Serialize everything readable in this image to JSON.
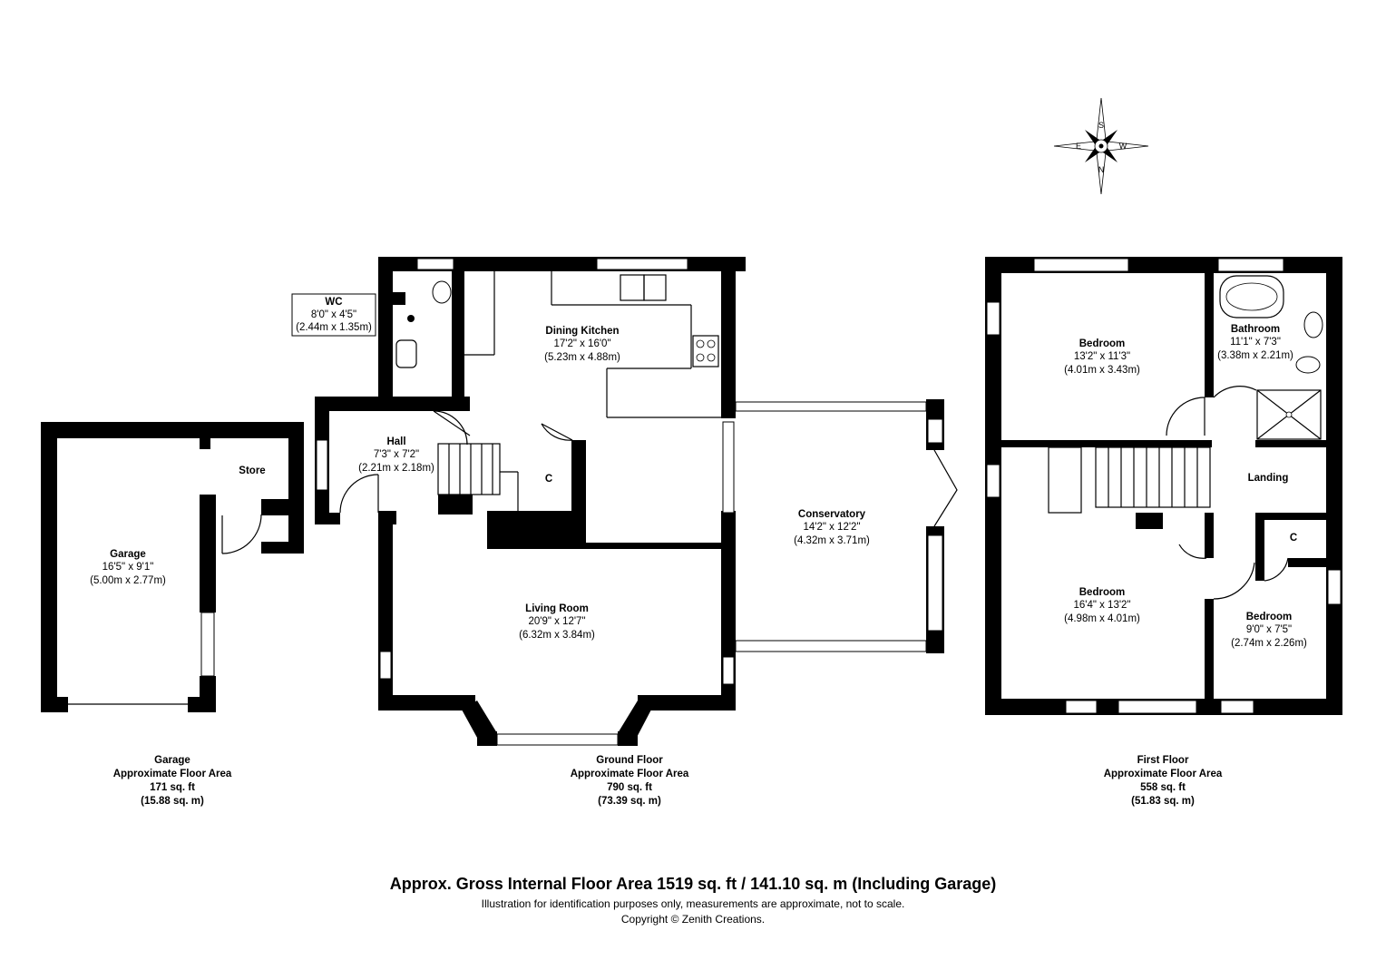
{
  "rooms": {
    "wc": {
      "name": "WC",
      "imperial": "8'0\" x 4'5\"",
      "metric": "(2.44m x 1.35m)"
    },
    "dining_kitchen": {
      "name": "Dining Kitchen",
      "imperial": "17'2\" x 16'0\"",
      "metric": "(5.23m x 4.88m)"
    },
    "hall": {
      "name": "Hall",
      "imperial": "7'3\" x 7'2\"",
      "metric": "(2.21m x 2.18m)"
    },
    "store": {
      "name": "Store"
    },
    "cupboard_ground": {
      "name": "C"
    },
    "garage": {
      "name": "Garage",
      "imperial": "16'5\" x 9'1\"",
      "metric": "(5.00m x 2.77m)"
    },
    "conservatory": {
      "name": "Conservatory",
      "imperial": "14'2\" x 12'2\"",
      "metric": "(4.32m x 3.71m)"
    },
    "living_room": {
      "name": "Living Room",
      "imperial": "20'9\" x 12'7\"",
      "metric": "(6.32m x 3.84m)"
    },
    "bedroom_1": {
      "name": "Bedroom",
      "imperial": "13'2\" x 11'3\"",
      "metric": "(4.01m x 3.43m)"
    },
    "bathroom": {
      "name": "Bathroom",
      "imperial": "11'1\" x 7'3\"",
      "metric": "(3.38m x 2.21m)"
    },
    "landing": {
      "name": "Landing"
    },
    "cupboard_first": {
      "name": "C"
    },
    "bedroom_2": {
      "name": "Bedroom",
      "imperial": "16'4\" x 13'2\"",
      "metric": "(4.98m x 4.01m)"
    },
    "bedroom_3": {
      "name": "Bedroom",
      "imperial": "9'0\" x 7'5\"",
      "metric": "(2.74m x 2.26m)"
    }
  },
  "floors": {
    "garage": {
      "name": "Garage",
      "label": "Approximate Floor Area",
      "sqft": "171 sq. ft",
      "sqm": "(15.88 sq. m)"
    },
    "ground": {
      "name": "Ground Floor",
      "label": "Approximate Floor Area",
      "sqft": "790 sq. ft",
      "sqm": "(73.39 sq. m)"
    },
    "first": {
      "name": "First Floor",
      "label": "Approximate Floor Area",
      "sqft": "558 sq. ft",
      "sqm": "(51.83 sq. m)"
    }
  },
  "footer": {
    "total": "Approx. Gross Internal Floor Area 1519 sq. ft / 141.10 sq. m (Including Garage)",
    "disclaimer": "Illustration for identification purposes only, measurements are approximate, not to scale.",
    "copyright": "Copyright © Zenith Creations."
  },
  "compass": {
    "icon": "compass-rose-icon",
    "s": "S",
    "w": "W",
    "n": "N",
    "e": "E"
  }
}
